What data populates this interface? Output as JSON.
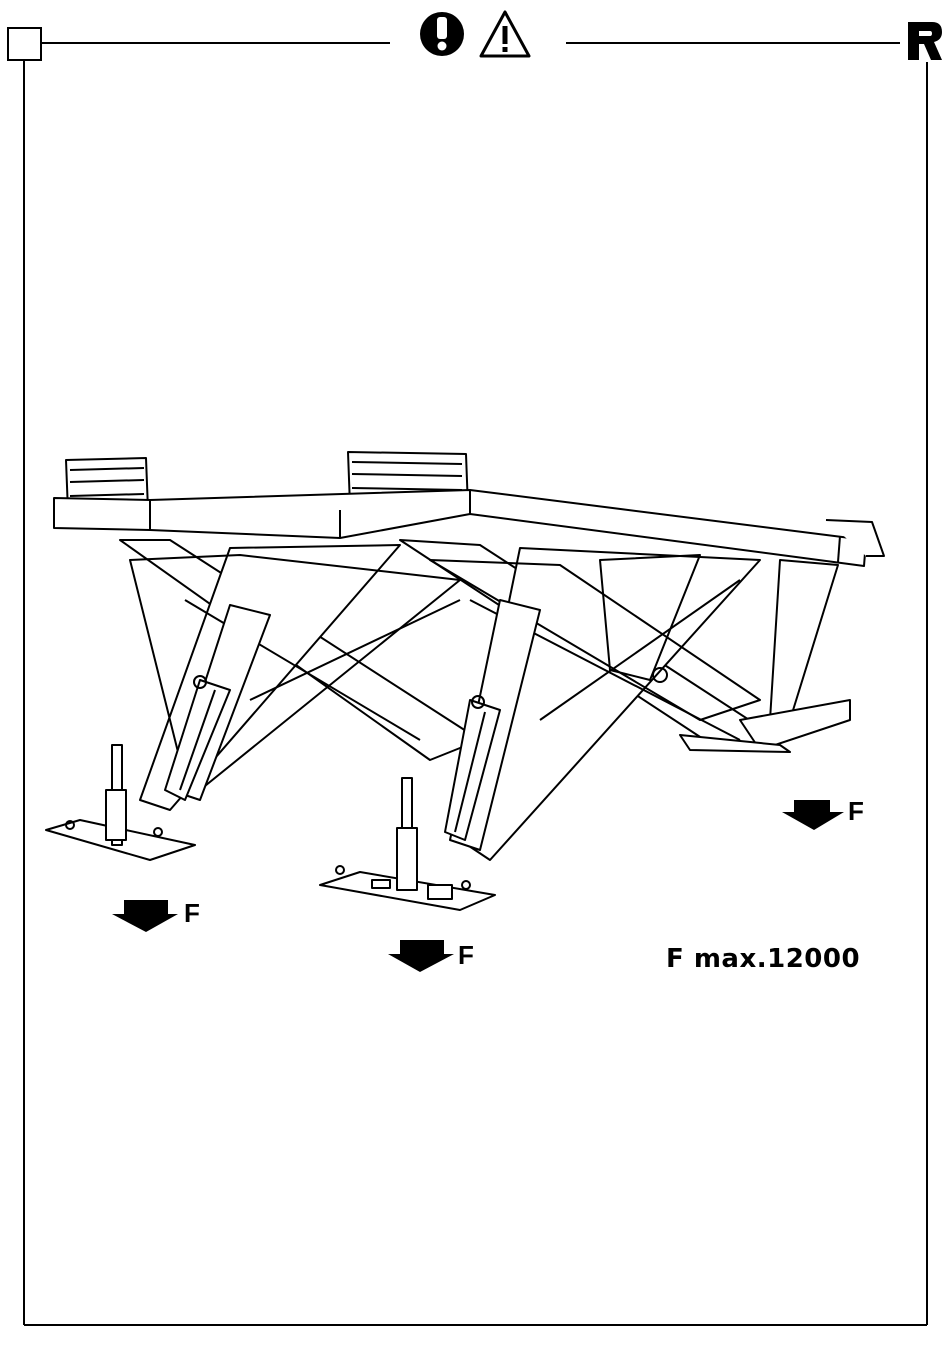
{
  "header": {
    "icons": [
      "exclamation-circle-icon",
      "warning-triangle-icon",
      "brand-r-logo"
    ]
  },
  "illustration": {
    "subject": "scissor-lift",
    "force_label_1": "F",
    "force_label_2": "F",
    "force_label_3": "F",
    "max_force": "F max.12000"
  },
  "colors": {
    "ink": "#000000",
    "paper": "#ffffff"
  }
}
